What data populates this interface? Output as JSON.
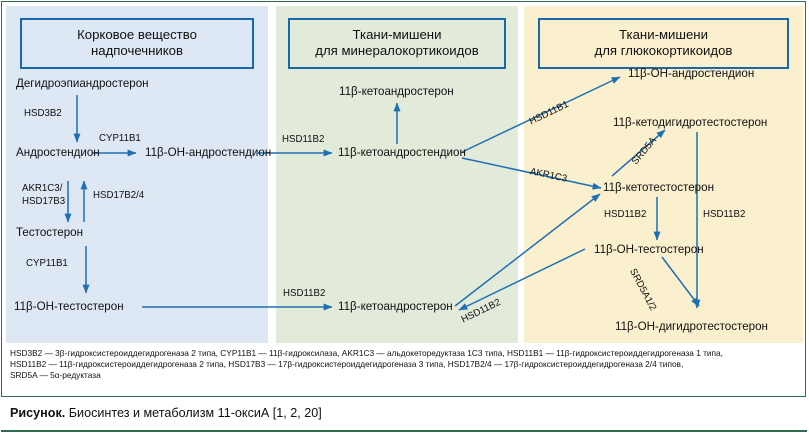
{
  "panels": {
    "cortex": {
      "title_line1": "Корковое вещество",
      "title_line2": "надпочечников",
      "color": "#dde8f4",
      "nodes": {
        "dhea": "Дегидроэпиандростерон",
        "androstendion": "Андростендион",
        "oh_androstendion": "11β-OH-андростендион",
        "testosteron": "Тестостерон",
        "oh_testosteron": "11β-OH-тестостерон"
      },
      "enzymes": {
        "hsd3b2": "HSD3B2",
        "cyp11b1_a": "CYP11B1",
        "akr1c3_l1": "AKR1C3/",
        "akr1c3_l2": "HSD17B3",
        "hsd17b24": "HSD17B2/4",
        "cyp11b1_b": "CYP11B1"
      }
    },
    "mineral": {
      "title_line1": "Ткани-мишени",
      "title_line2": "для минералокортикоидов",
      "color": "#e2eada",
      "nodes": {
        "keto_androsteron_top": "11β-кетоандростерон",
        "keto_androstendion": "11β-кетоандростендион",
        "keto_androsteron_bottom": "11β-кетоандростерон"
      },
      "enzymes": {
        "hsd11b2_in_top": "HSD11B2",
        "hsd11b2_in_bottom": "HSD11B2",
        "hsd11b2_diag": "HSD11B2"
      }
    },
    "gluco": {
      "title_line1": "Ткани-мишени",
      "title_line2": "для глюкокортикоидов",
      "color": "#fbf0ce",
      "nodes": {
        "oh_androstendion": "11β-OH-андростендион",
        "keto_dht": "11β-кетодигидротестостерон",
        "keto_testosteron": "11β-кетотестостерон",
        "oh_testosteron": "11β-OH-тестостерон",
        "oh_dht": "11β-OH-дигидротестостерон"
      },
      "enzymes": {
        "hsd11b1": "HSD11B1",
        "akr1c3": "AKR1C3",
        "srd5a": "SRD5A",
        "hsd11b2_left": "HSD11B2",
        "hsd11b2_right": "HSD11B2",
        "srd5a12": "SRD5A1/2"
      }
    }
  },
  "legend": {
    "line1": "HSD3B2 — 3β-гидроксистероиддегидрогеназа 2 типа, CYP11B1 — 11β-гидроксилаза, AKR1C3 — альдокеторедуктаза 1C3 типа, HSD11B1 — 11β-гидроксистероиддегидрогеназа 1 типа,",
    "line2": "HSD11B2 — 11β-гидроксистероиддегидрогеназа 2 типа, HSD17B3 — 17β-гидроксистероиддегидрогеназа 3 типа, HSD17B2/4 — 17β-гидроксистероиддегидрогеназа 2/4 типов,",
    "line3": "SRD5A — 5α-редуктаза"
  },
  "caption": {
    "label": "Рисунок.",
    "text": " Биосинтез и метаболизм 11-оксиА [1, 2, 20]"
  },
  "colors": {
    "arrow": "#1f6fb4",
    "frame": "#2f6b4f",
    "title_border": "#1868ab"
  }
}
